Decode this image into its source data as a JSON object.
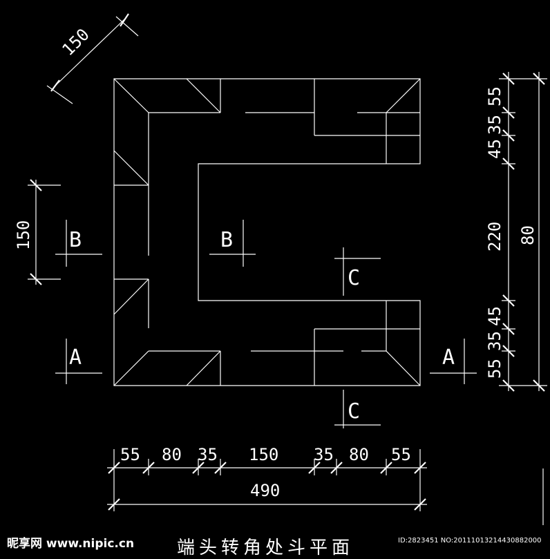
{
  "drawing": {
    "title": "端头转角处斗平面",
    "watermark": "昵享网 www.nipic.cn",
    "image_id": "ID:2823451 NO:20111013214430882000"
  },
  "dimensions": {
    "top_left_diagonal": "150",
    "left_vertical": "150",
    "right_segments": [
      "55",
      "35",
      "45",
      "220",
      "45",
      "35",
      "55"
    ],
    "right_overall": "80",
    "bottom_segments": [
      "55",
      "80",
      "35",
      "150",
      "35",
      "80",
      "55"
    ],
    "bottom_overall": "490"
  },
  "section_marks": {
    "a_left": "A",
    "a_right": "A",
    "b_left": "B",
    "b_inner": "B",
    "c_inner": "C",
    "c_bottom": "C"
  }
}
